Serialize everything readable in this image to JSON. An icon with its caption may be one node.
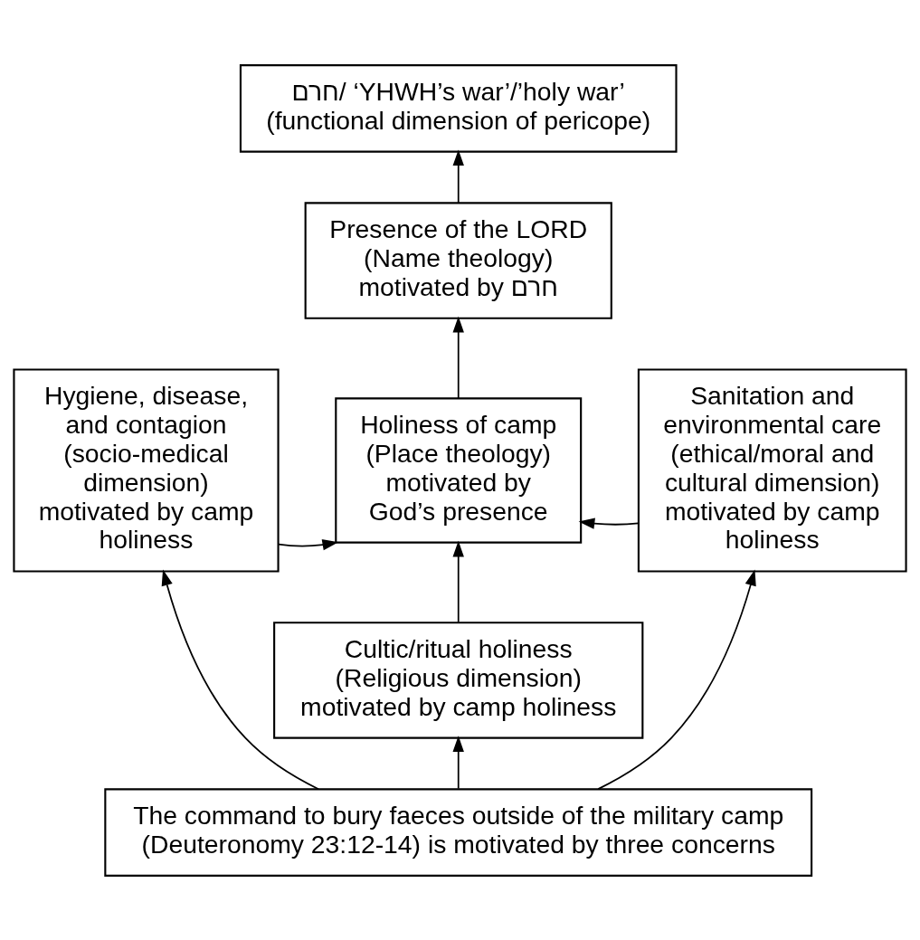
{
  "diagram": {
    "nodes": [
      {
        "text": [
          "חרם/ ‘YHWH’s war’/’holy war’ (functional dimension of pericope)"
        ]
      },
      {
        "text": [
          "Presence of the LORD (Name theology) motivated by חרם"
        ]
      },
      {
        "text": [
          "Hygiene, disease, and contagion (socio-medical dimension) motivated by camp holiness"
        ]
      },
      {
        "text": [
          "Holiness of camp (Place theology) motivated by God’s presence"
        ]
      },
      {
        "text": [
          "Sanitation and environmental care (ethical/moral and cultural dimension) motivated by camp holiness"
        ]
      },
      {
        "text": [
          "Cultic/ritual holiness (Religious dimension) motivated by camp holiness"
        ]
      },
      {
        "text": [
          "The command to bury faeces outside of the military camp (Deuteronomy 23:12-14) is motivated by three concerns"
        ]
      }
    ],
    "edges": [
      {
        "from": 1,
        "to": 0,
        "arrow": "to"
      },
      {
        "from": 3,
        "to": 1,
        "arrow": "to"
      },
      {
        "from": 2,
        "to": 3,
        "arrow": "to"
      },
      {
        "from": 4,
        "to": 3,
        "arrow": "to"
      },
      {
        "from": 5,
        "to": 3,
        "arrow": "to"
      },
      {
        "from": 6,
        "to": 5,
        "arrow": "to"
      },
      {
        "from": 6,
        "to": 2,
        "arrow": "to"
      },
      {
        "from": 6,
        "to": 4,
        "arrow": "to"
      }
    ]
  }
}
